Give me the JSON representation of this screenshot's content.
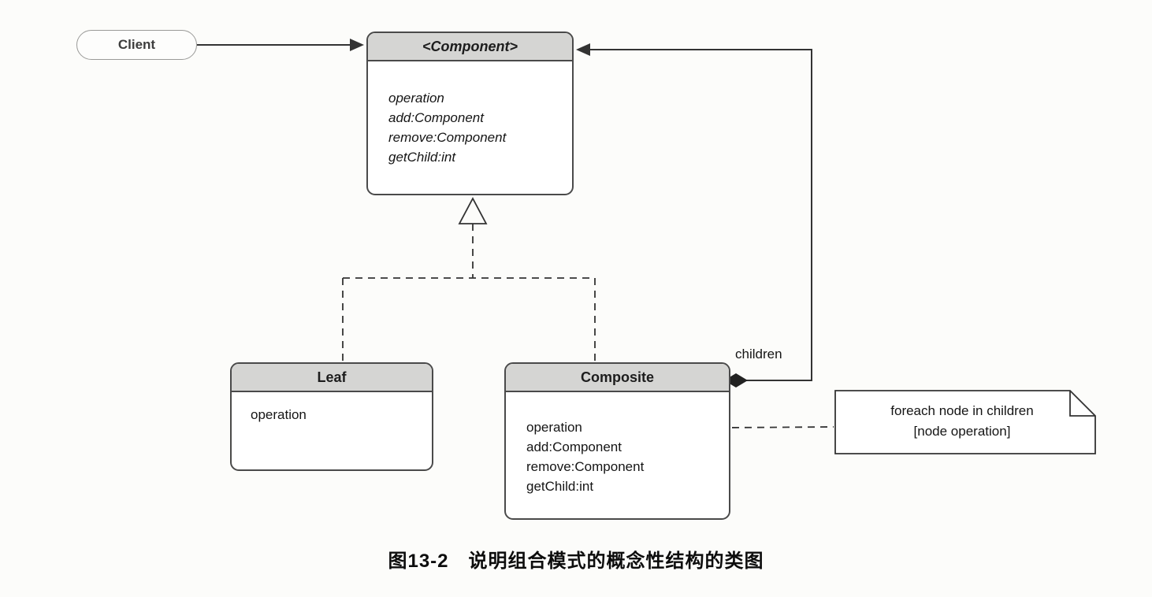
{
  "client": {
    "label": "Client"
  },
  "component": {
    "title": "<Component>",
    "methods": [
      "operation",
      "add:Component",
      "remove:Component",
      "getChild:int"
    ]
  },
  "leaf": {
    "title": "Leaf",
    "methods": [
      "operation"
    ]
  },
  "composite": {
    "title": "Composite",
    "methods": [
      "operation",
      "add:Component",
      "remove:Component",
      "getChild:int"
    ]
  },
  "note": {
    "line1": "foreach node in children",
    "line2": "[node operation]"
  },
  "labels": {
    "children": "children"
  },
  "caption": "图13-2　说明组合模式的概念性结构的类图",
  "colors": {
    "line": "#333333",
    "header_fill": "#d5d5d3",
    "page_bg": "#fcfcfa"
  }
}
